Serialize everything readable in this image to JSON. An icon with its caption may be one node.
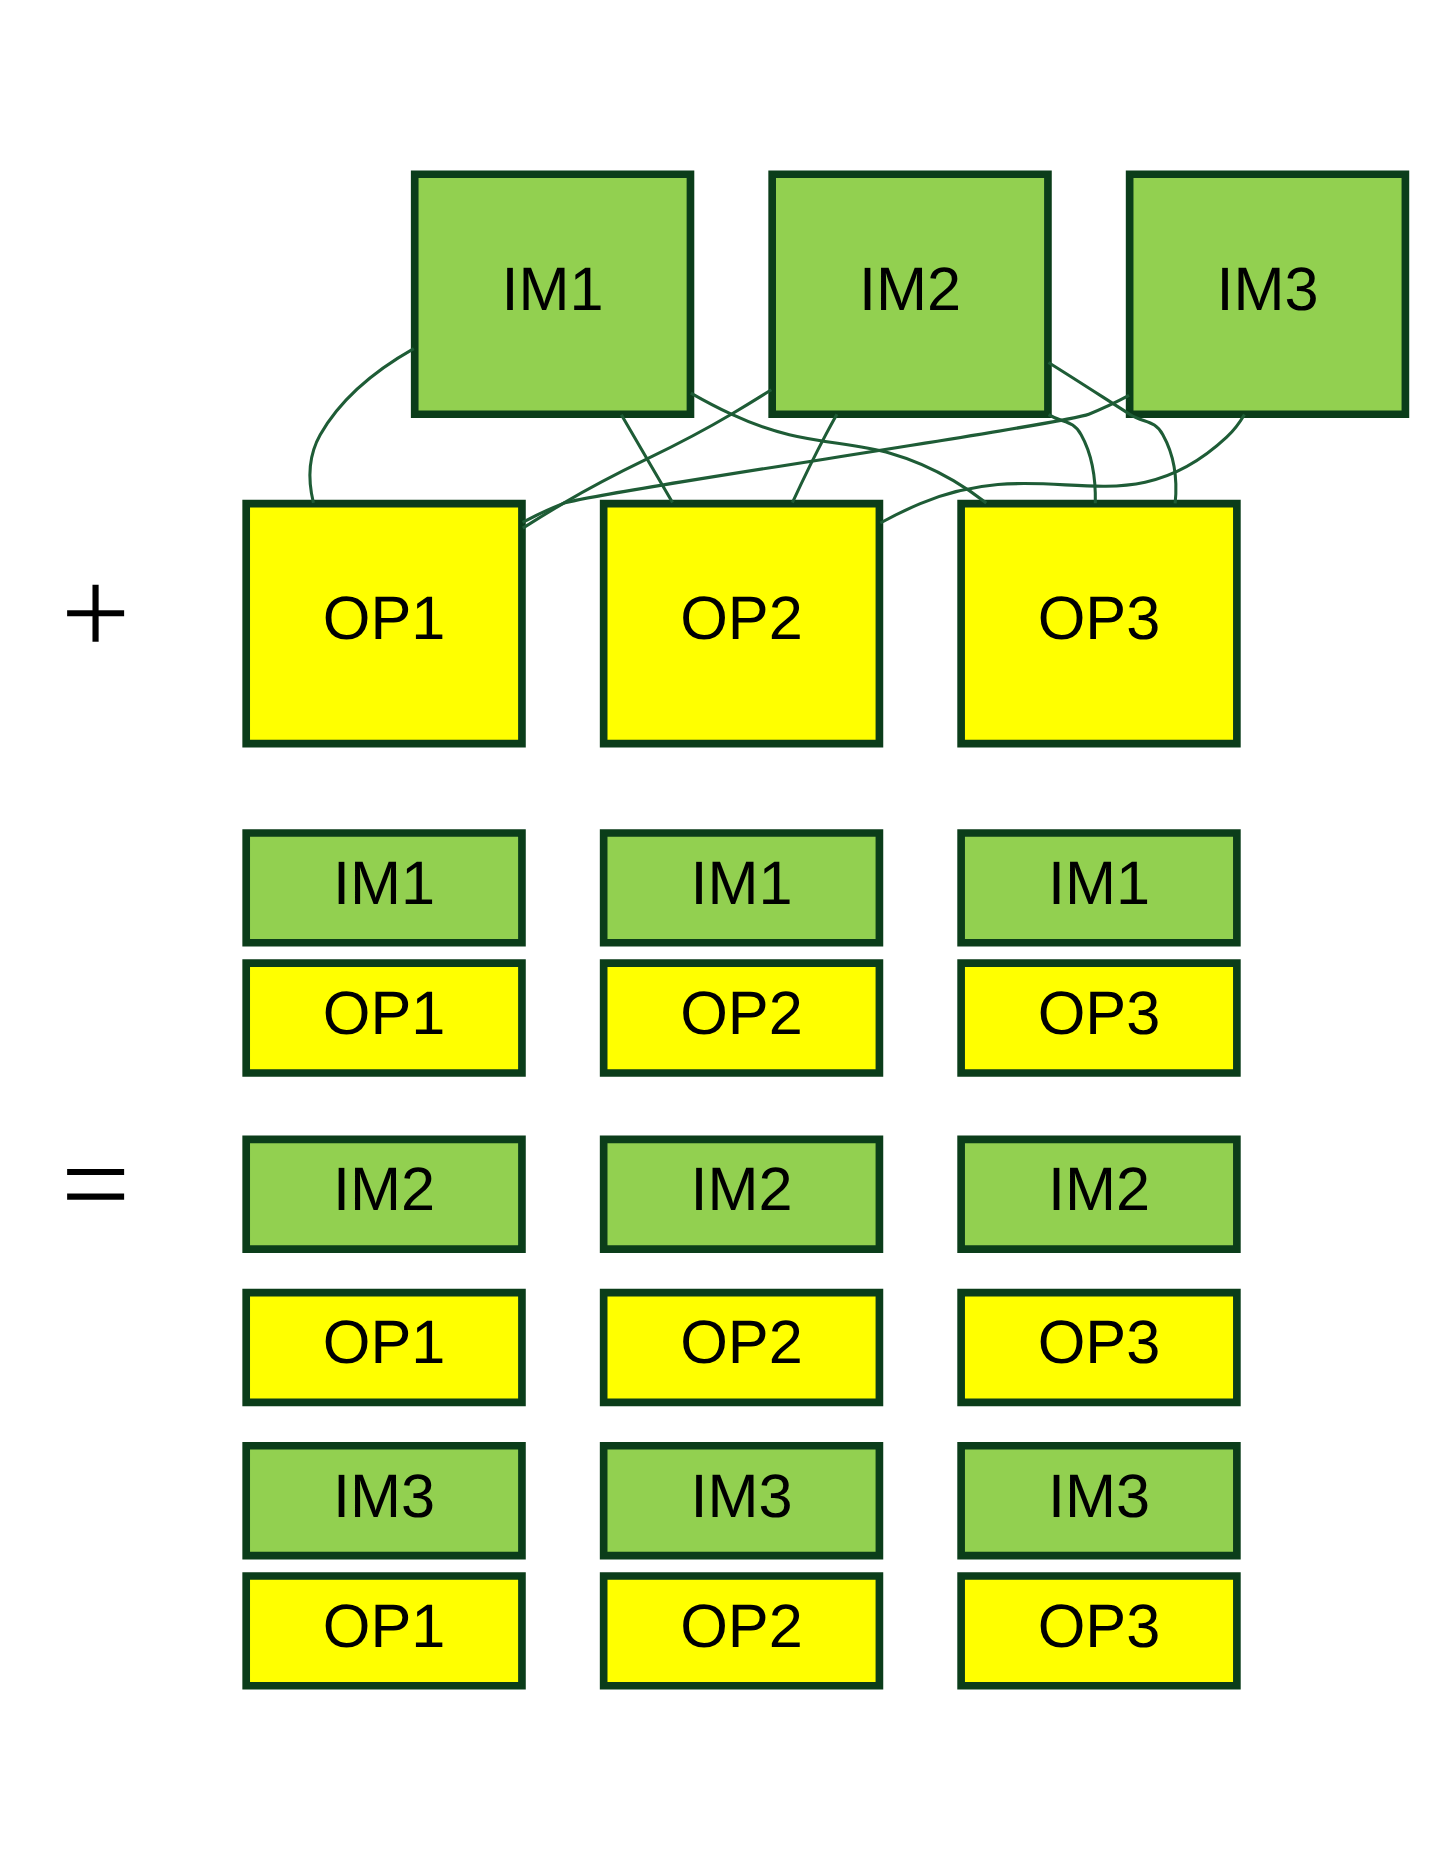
{
  "diagram": {
    "nodes": [
      {
        "text": [
          "IM1"
        ]
      },
      {
        "text": [
          "IM2"
        ]
      },
      {
        "text": [
          "IM3"
        ]
      },
      {
        "text": [
          "OP1"
        ]
      },
      {
        "text": [
          "OP2"
        ]
      },
      {
        "text": [
          "OP3"
        ]
      },
      {
        "text": [
          "IM1"
        ]
      },
      {
        "text": [
          "OP1"
        ]
      },
      {
        "text": [
          "IM1"
        ]
      },
      {
        "text": [
          "OP2"
        ]
      },
      {
        "text": [
          "IM1"
        ]
      },
      {
        "text": [
          "OP3"
        ]
      },
      {
        "text": [
          "IM2"
        ]
      },
      {
        "text": [
          "OP1"
        ]
      },
      {
        "text": [
          "IM2"
        ]
      },
      {
        "text": [
          "OP2"
        ]
      },
      {
        "text": [
          "IM2"
        ]
      },
      {
        "text": [
          "OP3"
        ]
      },
      {
        "text": [
          "IM3"
        ]
      },
      {
        "text": [
          "OP1"
        ]
      },
      {
        "text": [
          "IM3"
        ]
      },
      {
        "text": [
          "OP2"
        ]
      },
      {
        "text": [
          "IM3"
        ]
      },
      {
        "text": [
          "OP3"
        ]
      }
    ],
    "edges": [
      {
        "from": 0,
        "to": 3,
        "arrow": "none"
      },
      {
        "from": 0,
        "to": 4,
        "arrow": "none"
      },
      {
        "from": 0,
        "to": 5,
        "arrow": "none"
      },
      {
        "from": 1,
        "to": 3,
        "arrow": "none"
      },
      {
        "from": 1,
        "to": 4,
        "arrow": "none"
      },
      {
        "from": 1,
        "to": 5,
        "arrow": "none"
      },
      {
        "from": 1,
        "to": 5,
        "arrow": "none"
      },
      {
        "from": 2,
        "to": 3,
        "arrow": "none"
      },
      {
        "from": 2,
        "to": 4,
        "arrow": "none"
      }
    ],
    "labels": [
      "+",
      "="
    ]
  }
}
